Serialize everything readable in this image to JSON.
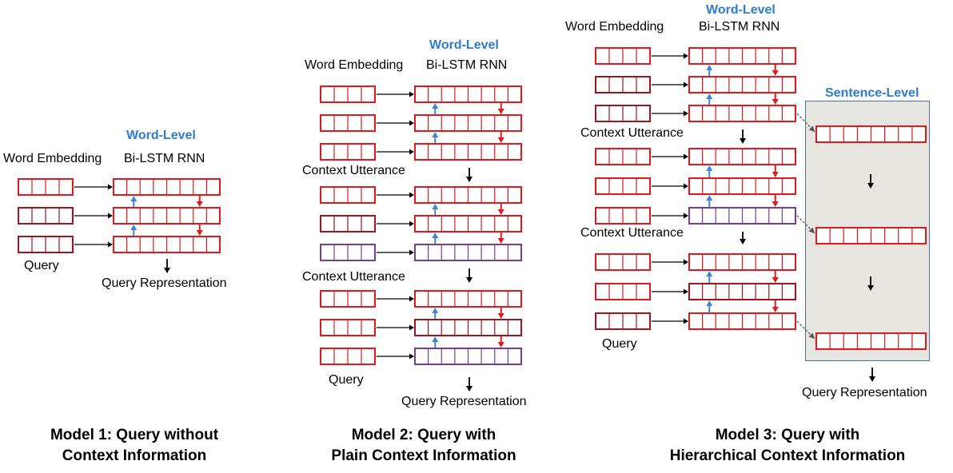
{
  "colors": {
    "cell_border": "#e0191c",
    "embedding_border": "#a0141a",
    "purple_border": "#7a3d8c",
    "forward_arrow": "#3c86d8",
    "backward_arrow": "#e0191c",
    "level_title": "#2f7bcd",
    "panel_fill": "#e6e5df",
    "panel_border": "#4a6fa0"
  },
  "model1": {
    "word_level": "Word-Level",
    "word_embedding": "Word Embedding",
    "bilstm": "Bi-LSTM RNN",
    "query": "Query",
    "query_representation": "Query Representation",
    "caption_line1": "Model 1: Query without",
    "caption_line2": "Context Information"
  },
  "model2": {
    "word_level": "Word-Level",
    "word_embedding": "Word Embedding",
    "bilstm": "Bi-LSTM RNN",
    "context_utterance_1": "Context Utterance",
    "context_utterance_2": "Context Utterance",
    "query": "Query",
    "query_representation": "Query Representation",
    "caption_line1": "Model 2: Query with",
    "caption_line2": "Plain Context Information"
  },
  "model3": {
    "word_level": "Word-Level",
    "word_embedding": "Word Embedding",
    "bilstm": "Bi-LSTM RNN",
    "context_utterance_1": "Context Utterance",
    "context_utterance_2": "Context Utterance",
    "query": "Query",
    "sentence_level": "Sentence-Level",
    "query_representation": "Query Representation",
    "caption_line1": "Model 3: Query with",
    "caption_line2": "Hierarchical Context Information"
  }
}
